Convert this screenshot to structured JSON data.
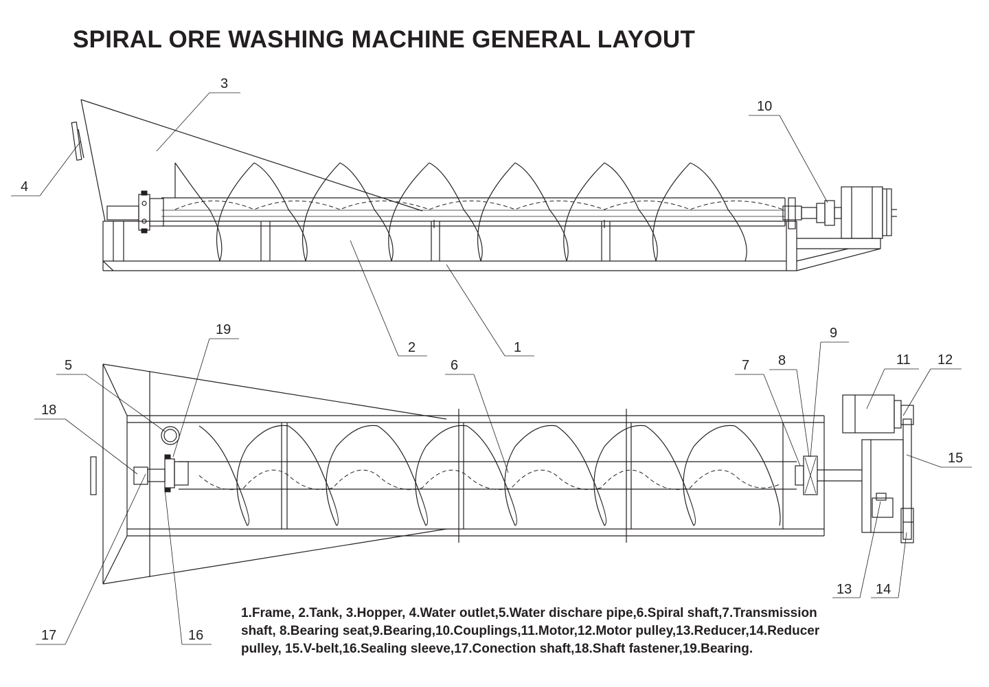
{
  "title": "SPIRAL ORE WASHING MACHINE GENERAL LAYOUT",
  "callouts": {
    "c1": "1",
    "c2": "2",
    "c3": "3",
    "c4": "4",
    "c5": "5",
    "c6": "6",
    "c7": "7",
    "c8": "8",
    "c9": "9",
    "c10": "10",
    "c11": "11",
    "c12": "12",
    "c13": "13",
    "c14": "14",
    "c15": "15",
    "c16": "16",
    "c17": "17",
    "c18": "18",
    "c19": "19"
  },
  "legend": {
    "line1": "1.Frame, 2.Tank, 3.Hopper, 4.Water outlet,5.Water dischare pipe,6.Spiral shaft,7.Transmission",
    "line2": "shaft, 8.Bearing seat,9.Bearing,10.Couplings,11.Motor,12.Motor pulley,13.Reducer,14.Reducer",
    "line3": "pulley, 15.V-belt,16.Sealing sleeve,17.Conection shaft,18.Shaft fastener,19.Bearing."
  }
}
